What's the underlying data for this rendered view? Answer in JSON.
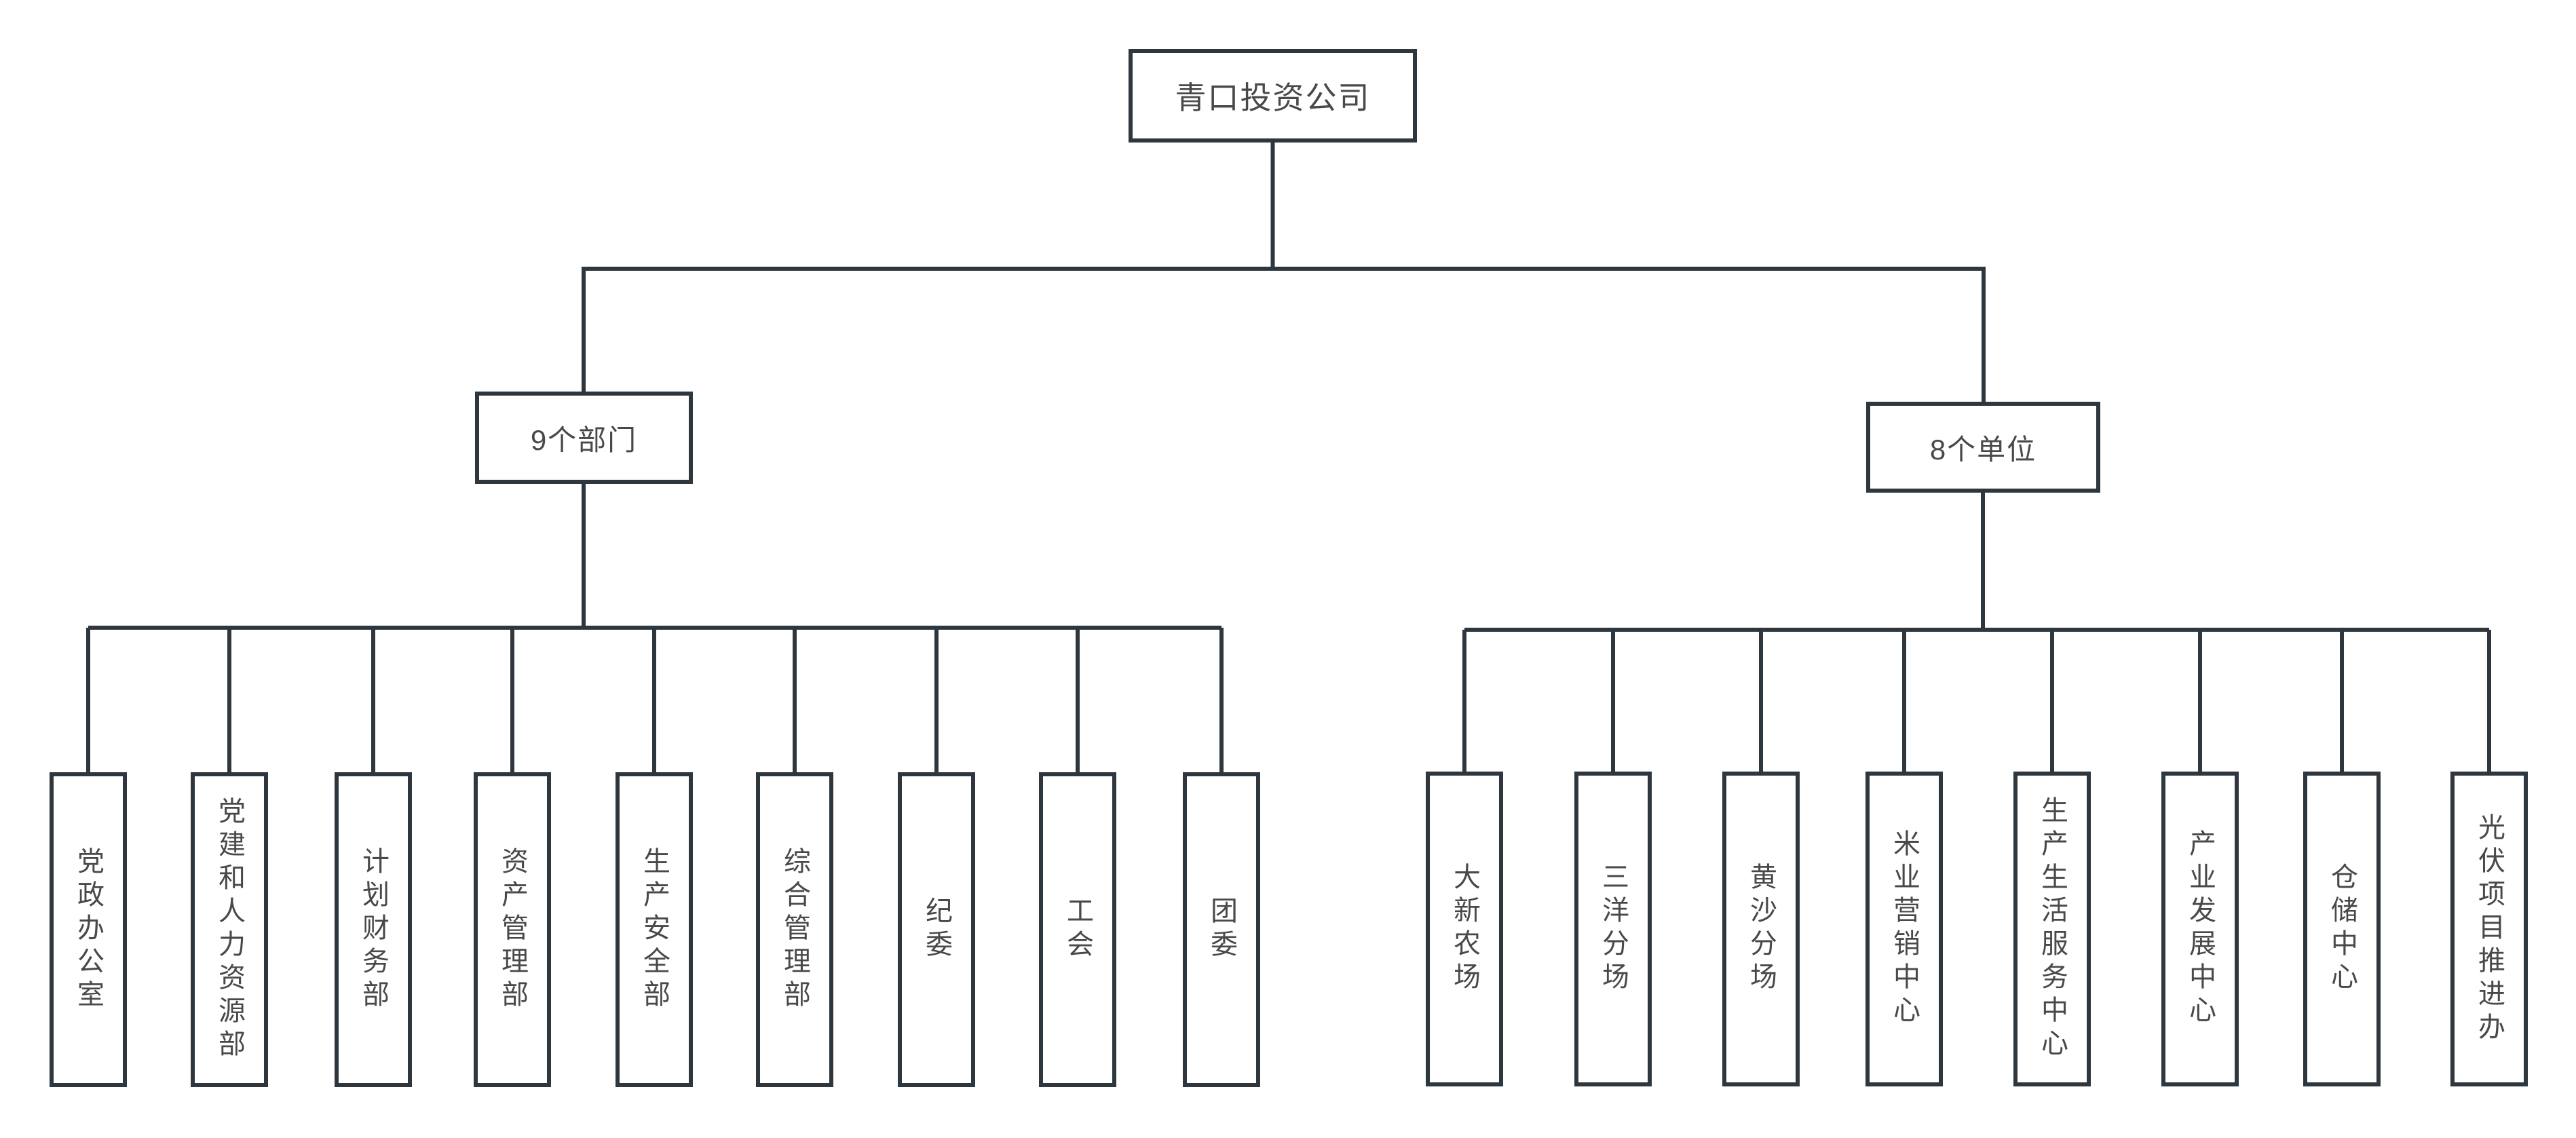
{
  "colors": {
    "line": "#2e363e",
    "text": "#494949",
    "background": "#ffffff"
  },
  "root": {
    "label": "青口投资公司"
  },
  "branches": [
    {
      "label": "9个部门",
      "children": [
        "党政办公室",
        "党建和人力资源部",
        "计划财务部",
        "资产管理部",
        "生产安全部",
        "综合管理部",
        "纪委",
        "工会",
        "团委"
      ]
    },
    {
      "label": "8个单位",
      "children": [
        "大新农场",
        "三洋分场",
        "黄沙分场",
        "米业营销中心",
        "生产生活服务中心",
        "产业发展中心",
        "仓储中心",
        "光伏项目推进办"
      ]
    }
  ]
}
